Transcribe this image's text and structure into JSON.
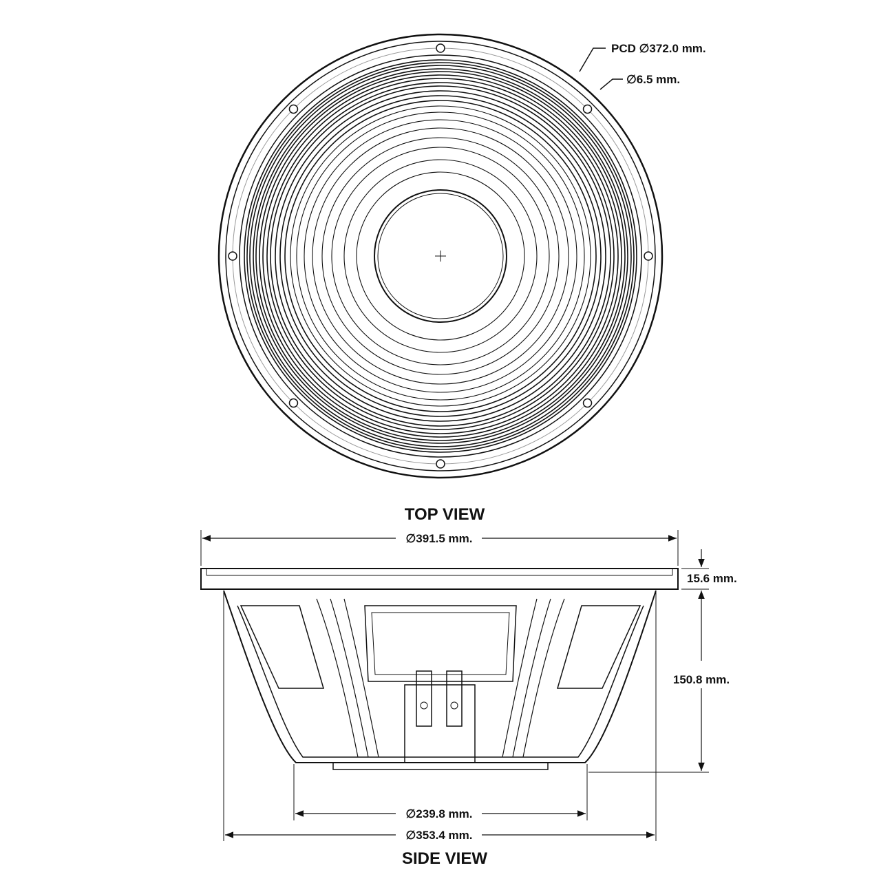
{
  "top_view": {
    "title": "TOP VIEW",
    "pcd_label": "PCD ∅372.0 mm.",
    "hole_label": "∅6.5 mm."
  },
  "side_view": {
    "title": "SIDE VIEW",
    "outer_diameter_label": "∅391.5 mm.",
    "flange_height_label": "15.6 mm.",
    "depth_label": "150.8 mm.",
    "magnet_diameter_label": "∅239.8 mm.",
    "cutout_diameter_label": "∅353.4 mm."
  },
  "colors": {
    "line": "#111111",
    "background": "#ffffff"
  }
}
